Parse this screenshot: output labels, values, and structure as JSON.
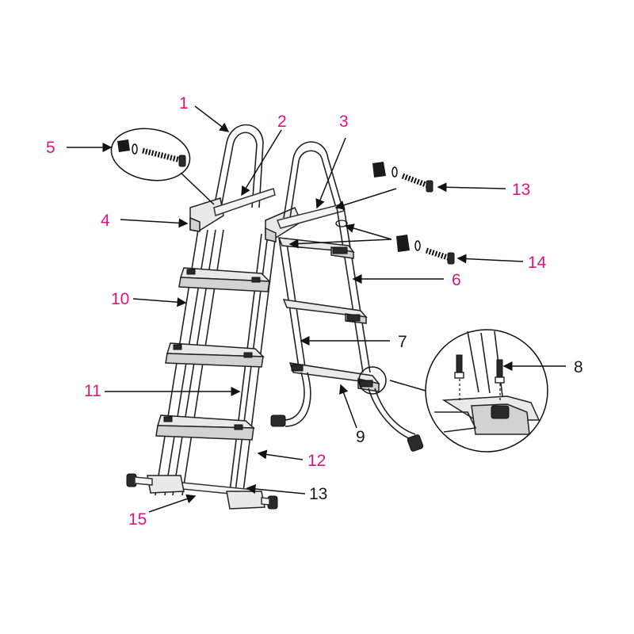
{
  "diagram": {
    "labels": [
      {
        "id": "label-1",
        "text": "1",
        "color": "#e0147e"
      },
      {
        "id": "label-2",
        "text": "2",
        "color": "#e0147e"
      },
      {
        "id": "label-3",
        "text": "3",
        "color": "#e0147e"
      },
      {
        "id": "label-4",
        "text": "4",
        "color": "#e0147e"
      },
      {
        "id": "label-5",
        "text": "5",
        "color": "#e0147e"
      },
      {
        "id": "label-6",
        "text": "6",
        "color": "#e0147e"
      },
      {
        "id": "label-7",
        "text": "7",
        "color": "#1a1a1a"
      },
      {
        "id": "label-8",
        "text": "8",
        "color": "#1a1a1a"
      },
      {
        "id": "label-9",
        "text": "9",
        "color": "#1a1a1a"
      },
      {
        "id": "label-10",
        "text": "10",
        "color": "#e0147e"
      },
      {
        "id": "label-11",
        "text": "11",
        "color": "#e0147e"
      },
      {
        "id": "label-12",
        "text": "12",
        "color": "#e0147e"
      },
      {
        "id": "label-13-top",
        "text": "13",
        "color": "#e0147e"
      },
      {
        "id": "label-13-bottom",
        "text": "13",
        "color": "#1a1a1a"
      },
      {
        "id": "label-14",
        "text": "14",
        "color": "#e0147e"
      },
      {
        "id": "label-15",
        "text": "15",
        "color": "#e0147e"
      }
    ]
  }
}
